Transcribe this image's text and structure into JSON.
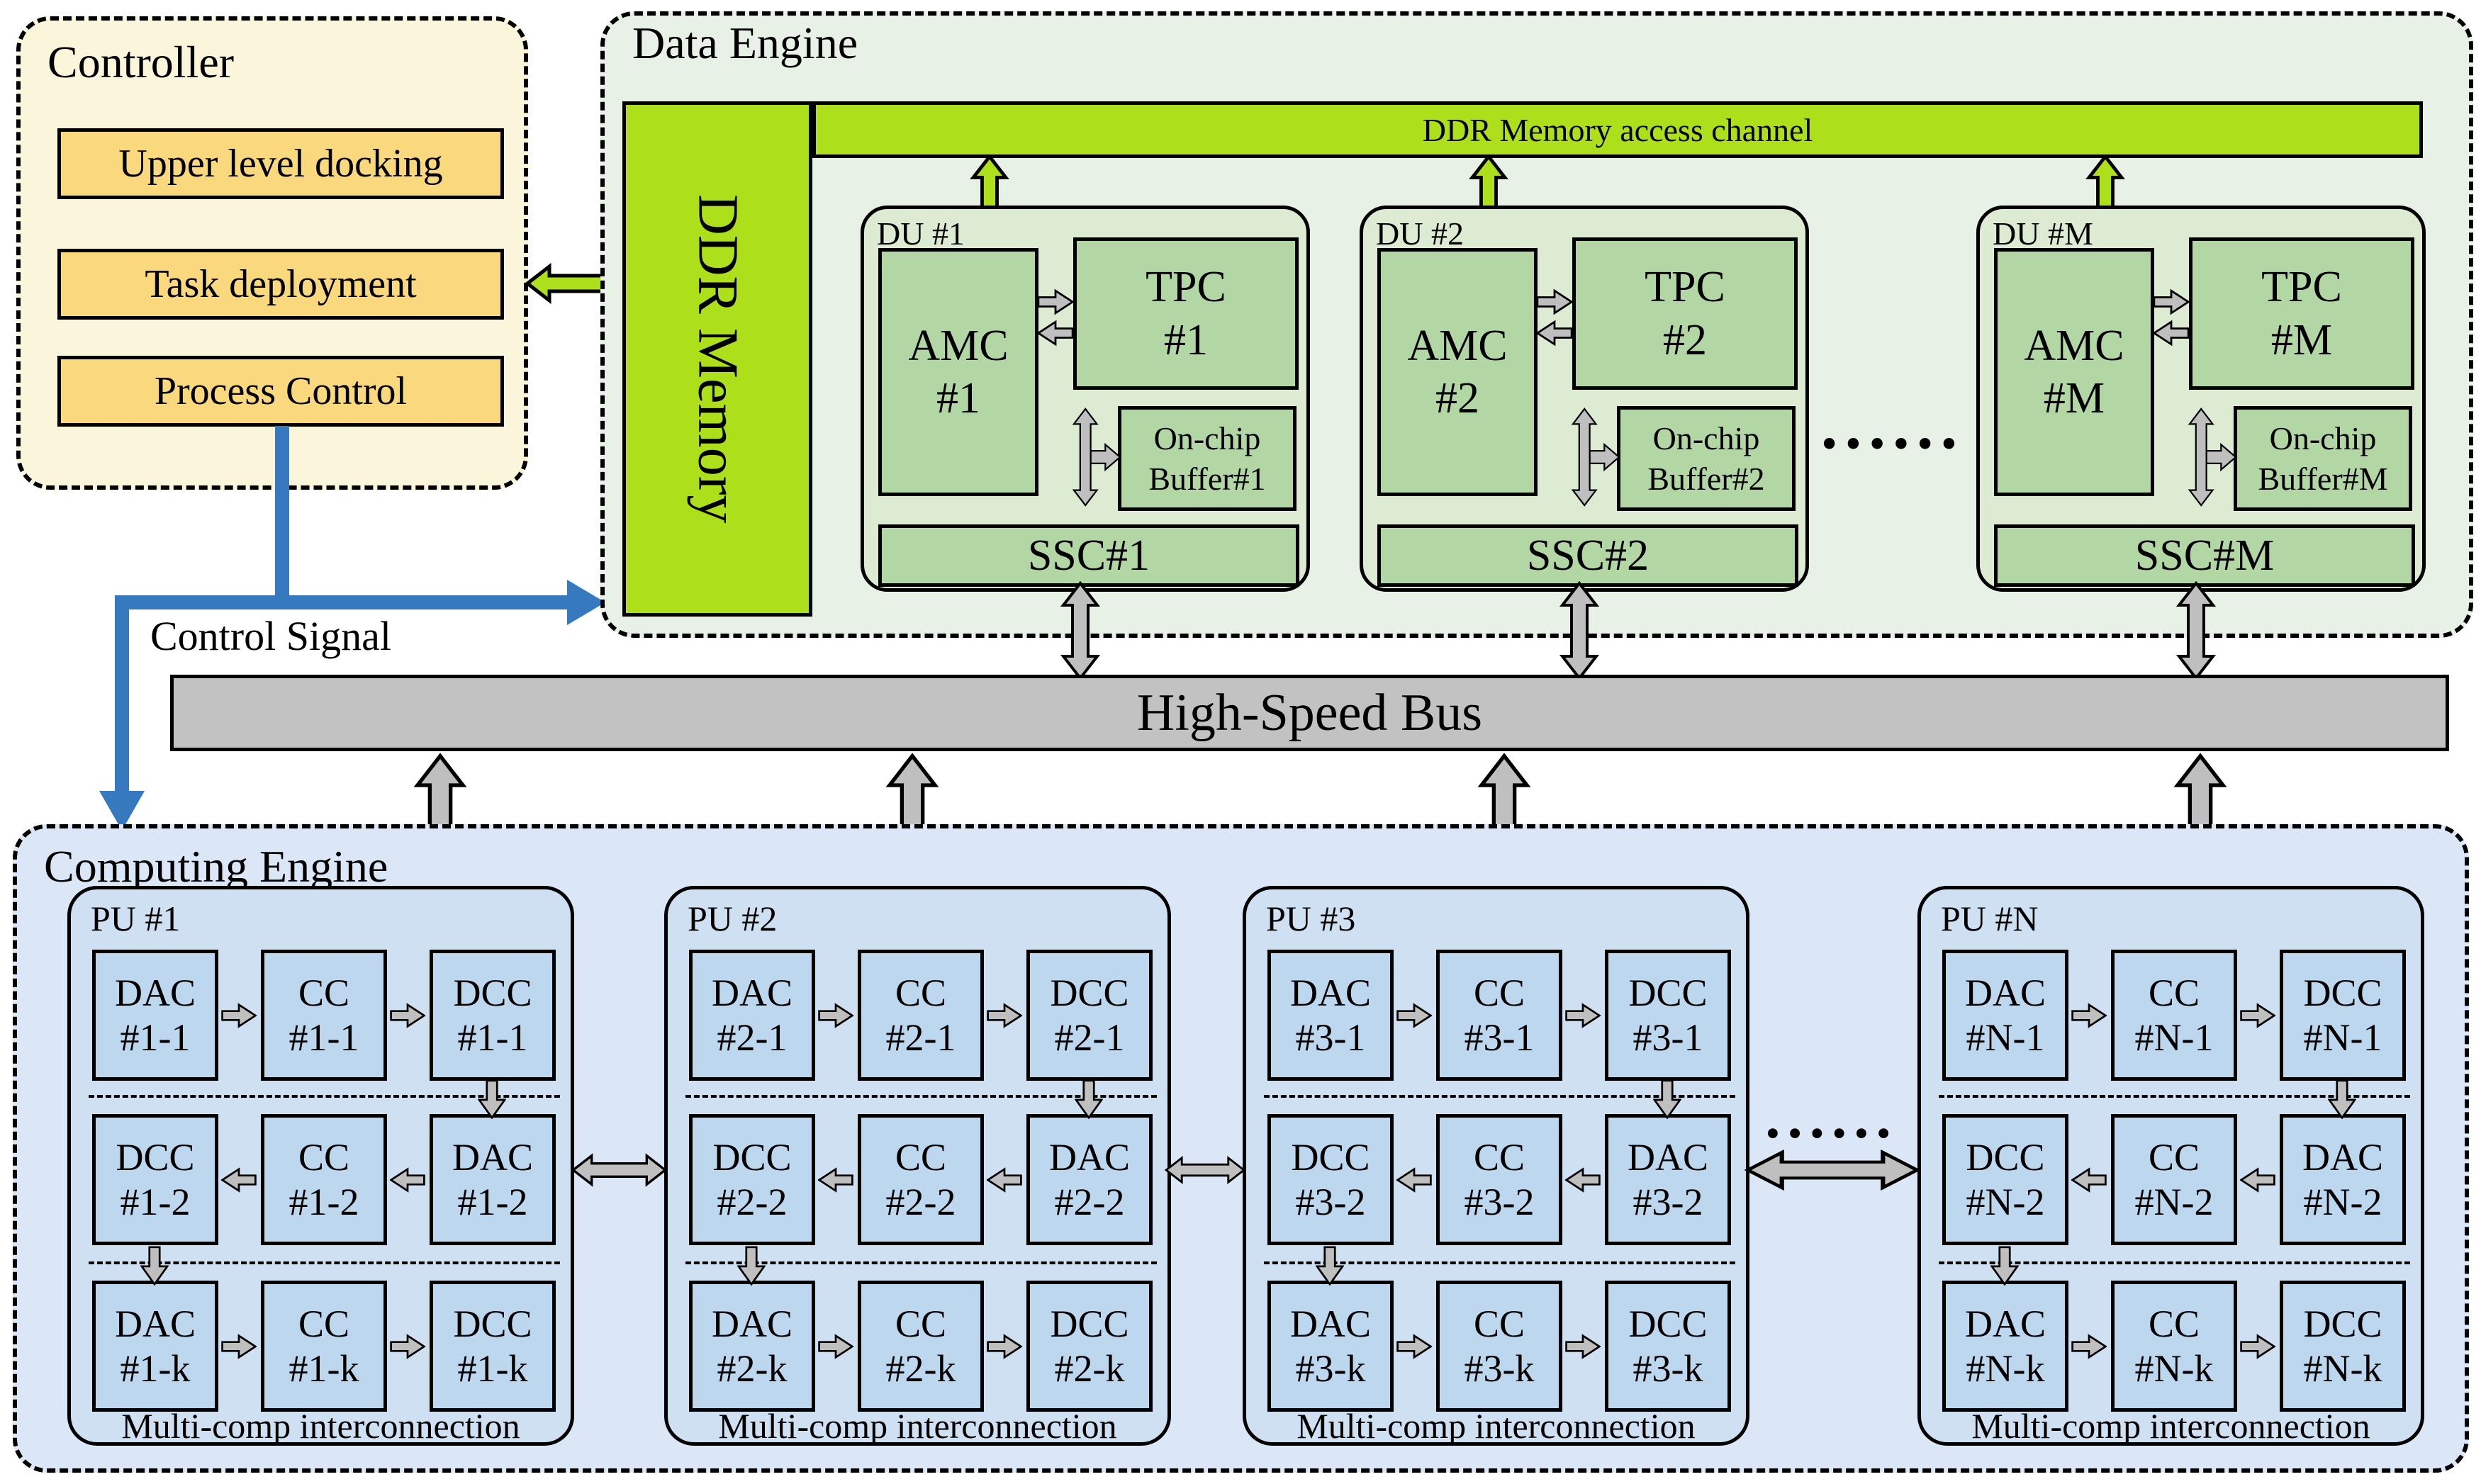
{
  "colors": {
    "controller_bg": "#FBF5DC",
    "controller_box": "#FAD87E",
    "data_engine_bg": "#E8F1E6",
    "du_bg": "#DCEBD2",
    "du_block": "#B3D6A5",
    "bright_green": "#ADE01A",
    "computing_engine_bg": "#DBE7F6",
    "pu_bg": "#CFE0F3",
    "pu_block": "#BDD7EE",
    "bus_gray": "#C2C2C2",
    "arrow_gray": "#BFBFBF",
    "control_blue": "#3679BE"
  },
  "controller": {
    "title": "Controller",
    "boxes": [
      "Upper level docking",
      "Task deployment",
      "Process Control"
    ],
    "control_signal": "Control Signal"
  },
  "data_engine": {
    "title": "Data Engine",
    "ddr_memory": "DDR Memory",
    "access_channel": "DDR Memory access channel",
    "ellipsis": "......",
    "dus": [
      {
        "label": "DU #1",
        "amc_line1": "AMC",
        "amc_line2": "#1",
        "tpc_line1": "TPC",
        "tpc_line2": "#1",
        "buffer_line1": "On-chip",
        "buffer_line2": "Buffer#1",
        "ssc": "SSC#1"
      },
      {
        "label": "DU #2",
        "amc_line1": "AMC",
        "amc_line2": "#2",
        "tpc_line1": "TPC",
        "tpc_line2": "#2",
        "buffer_line1": "On-chip",
        "buffer_line2": "Buffer#2",
        "ssc": "SSC#2"
      },
      {
        "label": "DU #M",
        "amc_line1": "AMC",
        "amc_line2": "#M",
        "tpc_line1": "TPC",
        "tpc_line2": "#M",
        "buffer_line1": "On-chip",
        "buffer_line2": "Buffer#M",
        "ssc": "SSC#M"
      }
    ]
  },
  "bus": {
    "label": "High-Speed Bus"
  },
  "computing_engine": {
    "title": "Computing Engine",
    "ellipsis": "......",
    "pus": [
      {
        "label": "PU #1",
        "caption": "Multi-comp interconnection",
        "rows": [
          [
            {
              "t": "DAC",
              "n": "#1-1"
            },
            {
              "t": "CC",
              "n": "#1-1"
            },
            {
              "t": "DCC",
              "n": "#1-1"
            }
          ],
          [
            {
              "t": "DCC",
              "n": "#1-2"
            },
            {
              "t": "CC",
              "n": "#1-2"
            },
            {
              "t": "DAC",
              "n": "#1-2"
            }
          ],
          [
            {
              "t": "DAC",
              "n": "#1-k"
            },
            {
              "t": "CC",
              "n": "#1-k"
            },
            {
              "t": "DCC",
              "n": "#1-k"
            }
          ]
        ]
      },
      {
        "label": "PU #2",
        "caption": "Multi-comp interconnection",
        "rows": [
          [
            {
              "t": "DAC",
              "n": "#2-1"
            },
            {
              "t": "CC",
              "n": "#2-1"
            },
            {
              "t": "DCC",
              "n": "#2-1"
            }
          ],
          [
            {
              "t": "DCC",
              "n": "#2-2"
            },
            {
              "t": "CC",
              "n": "#2-2"
            },
            {
              "t": "DAC",
              "n": "#2-2"
            }
          ],
          [
            {
              "t": "DAC",
              "n": "#2-k"
            },
            {
              "t": "CC",
              "n": "#2-k"
            },
            {
              "t": "DCC",
              "n": "#2-k"
            }
          ]
        ]
      },
      {
        "label": "PU #3",
        "caption": "Multi-comp interconnection",
        "rows": [
          [
            {
              "t": "DAC",
              "n": "#3-1"
            },
            {
              "t": "CC",
              "n": "#3-1"
            },
            {
              "t": "DCC",
              "n": "#3-1"
            }
          ],
          [
            {
              "t": "DCC",
              "n": "#3-2"
            },
            {
              "t": "CC",
              "n": "#3-2"
            },
            {
              "t": "DAC",
              "n": "#3-2"
            }
          ],
          [
            {
              "t": "DAC",
              "n": "#3-k"
            },
            {
              "t": "CC",
              "n": "#3-k"
            },
            {
              "t": "DCC",
              "n": "#3-k"
            }
          ]
        ]
      },
      {
        "label": "PU #N",
        "caption": "Multi-comp interconnection",
        "rows": [
          [
            {
              "t": "DAC",
              "n": "#N-1"
            },
            {
              "t": "CC",
              "n": "#N-1"
            },
            {
              "t": "DCC",
              "n": "#N-1"
            }
          ],
          [
            {
              "t": "DCC",
              "n": "#N-2"
            },
            {
              "t": "CC",
              "n": "#N-2"
            },
            {
              "t": "DAC",
              "n": "#N-2"
            }
          ],
          [
            {
              "t": "DAC",
              "n": "#N-k"
            },
            {
              "t": "CC",
              "n": "#N-k"
            },
            {
              "t": "DCC",
              "n": "#N-k"
            }
          ]
        ]
      }
    ]
  }
}
